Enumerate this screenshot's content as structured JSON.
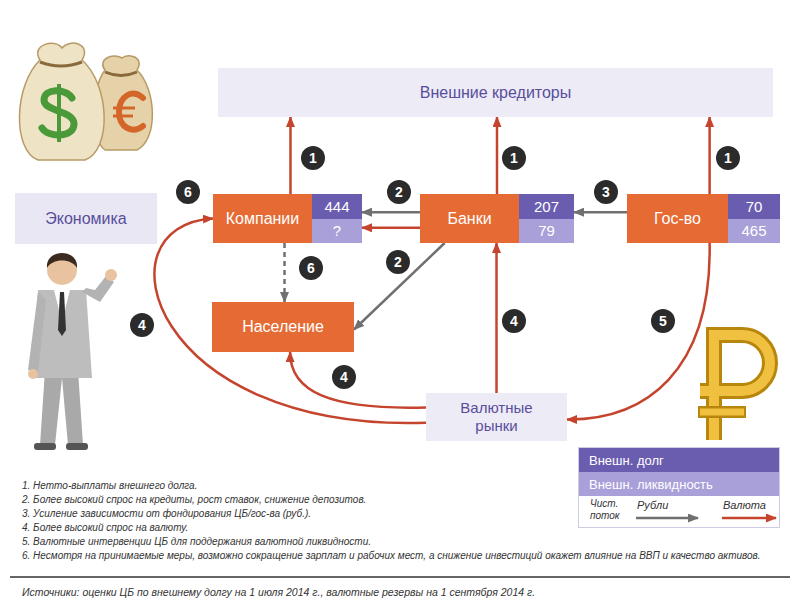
{
  "diagram": {
    "nodes": [
      {
        "text": [
          "Внешние кредиторы"
        ]
      },
      {
        "text": [
          "Экономика"
        ]
      },
      {
        "text": [
          "Компании",
          "444",
          "?"
        ]
      },
      {
        "text": [
          "Банки",
          "207",
          "79"
        ]
      },
      {
        "text": [
          "Гос-во",
          "70",
          "465"
        ]
      },
      {
        "text": [
          "Население"
        ]
      },
      {
        "text": [
          "Валютные рынки"
        ]
      }
    ],
    "edges": [
      {
        "from": 2,
        "to": 0,
        "arrow": "to"
      },
      {
        "from": 3,
        "to": 0,
        "arrow": "to"
      },
      {
        "from": 4,
        "to": 0,
        "arrow": "to"
      },
      {
        "from": 3,
        "to": 2,
        "arrow": "to"
      },
      {
        "from": 3,
        "to": 2,
        "arrow": "to"
      },
      {
        "from": 3,
        "to": 5,
        "arrow": "to"
      },
      {
        "from": 4,
        "to": 3,
        "arrow": "to"
      },
      {
        "from": 2,
        "to": 5,
        "arrow": "to"
      },
      {
        "from": 6,
        "to": 2,
        "arrow": "to"
      },
      {
        "from": 6,
        "to": 5,
        "arrow": "to"
      },
      {
        "from": 6,
        "to": 3,
        "arrow": "to"
      },
      {
        "from": 4,
        "to": 6,
        "arrow": "to"
      }
    ],
    "labels": [
      "1",
      "1",
      "1",
      "6",
      "2",
      "3",
      "2",
      "6",
      "4",
      "4",
      "5",
      "4",
      "Чист. поток",
      "1. Нетто-выплаты внешнего долга.",
      "2. Более высокий спрос на кредиты, рост ставок, снижение депозитов.",
      "3. Усиление зависимости от фондирования ЦБ/гос-ва (руб.).",
      "4. Более высокий спрос на валюту.",
      "5. Валютные интервенции ЦБ для поддержания валютной ликвидности.",
      "6. Несмотря на принимаемые меры, возможно сокращение зарплат и рабочих мест, а снижение инвестиций окажет влияние на ВВП и качество активов.",
      "Источники: оценки ЦБ по внешнему долгу на 1 июля 2014 г., валютные резервы на 1 сентября 2014 г."
    ],
    "legend": [
      {
        "text": "Внешн. долг",
        "color": "#6a5db0"
      },
      {
        "text": "Внешн. ликвидность",
        "color": "#a99fd9"
      },
      {
        "text": "Рубли"
      },
      {
        "text": "Валюта"
      }
    ]
  }
}
